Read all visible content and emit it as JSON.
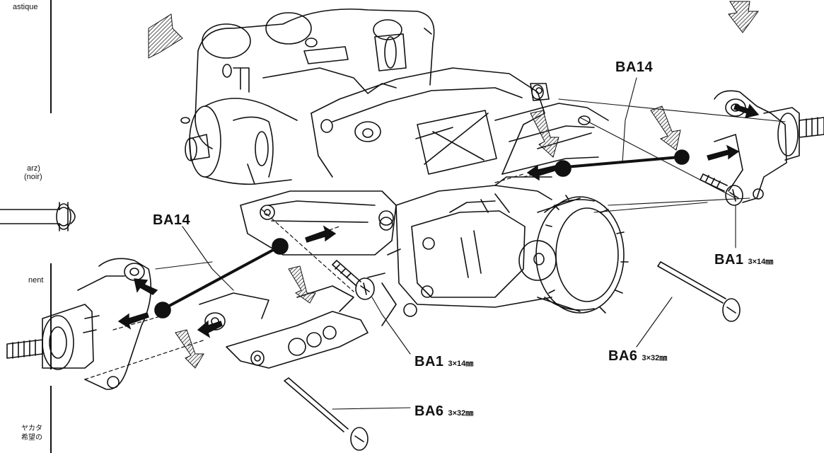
{
  "side_panel": {
    "line1": "astique",
    "line2a": "arz)",
    "line2b": "(noir)",
    "line3": "nent",
    "jp_line1": "ヤカタ",
    "jp_line2": "希望の"
  },
  "callouts": {
    "ba14_left": {
      "code": "BA14"
    },
    "ba14_right": {
      "code": "BA14"
    },
    "ba1_right": {
      "code": "BA1",
      "size": "3×14㎜"
    },
    "ba1_center": {
      "code": "BA1",
      "size": "3×14㎜"
    },
    "ba6_right": {
      "code": "BA6",
      "size": "3×32㎜"
    },
    "ba6_bottom": {
      "code": "BA6",
      "size": "3×32㎜"
    }
  }
}
